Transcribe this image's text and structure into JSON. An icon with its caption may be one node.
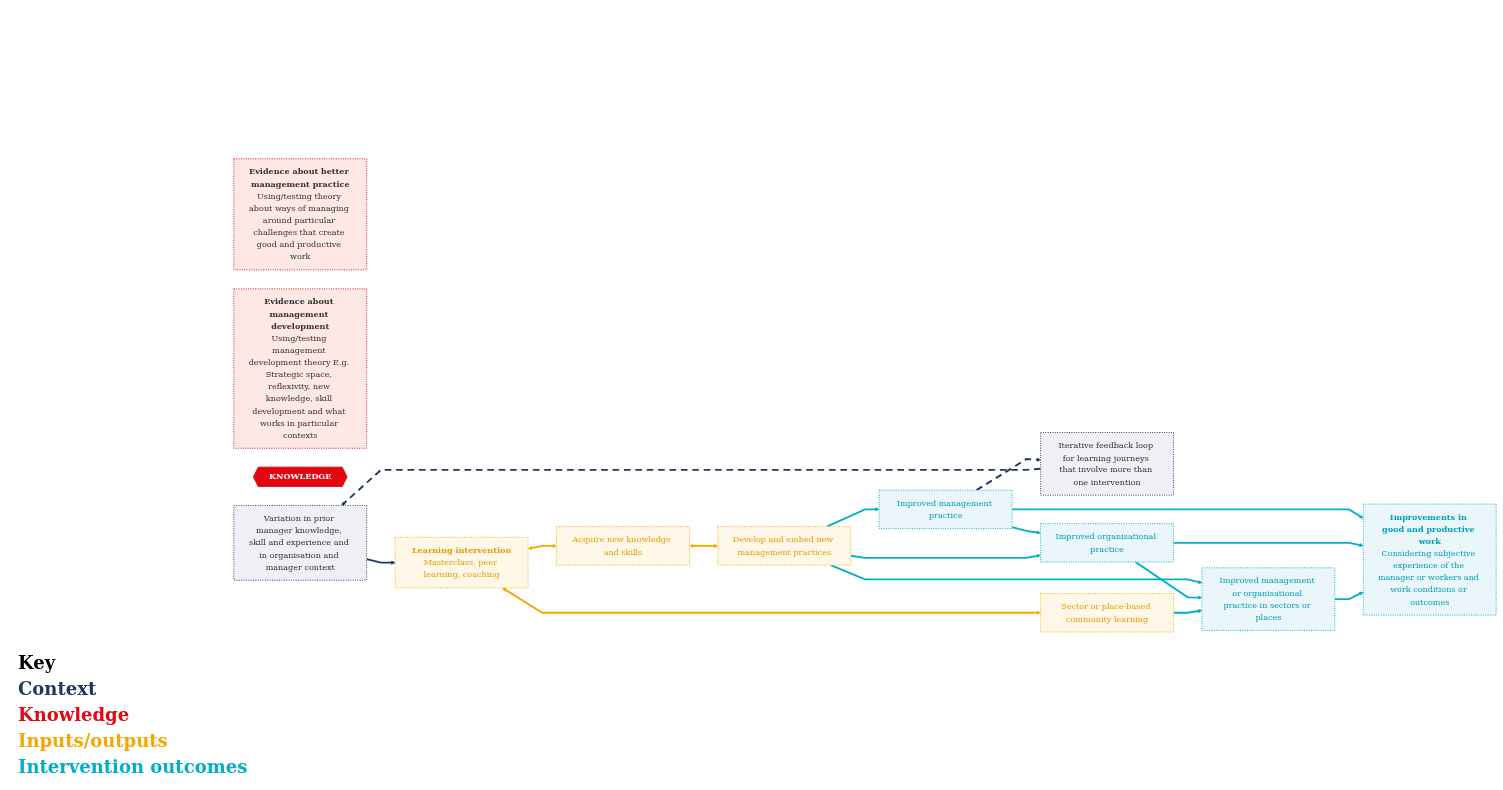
{
  "diagram": {
    "nodes": [
      {
        "text": [
          "Evidence about better management practice",
          "Using/testing theory about ways of managing around particular challenges that create good and productive work"
        ]
      },
      {
        "text": [
          "Evidence about management development",
          "Using/testing management development theory E.g. Strategic space, reflexivity, new knowledge, skill development and what works in particular contexts"
        ]
      },
      {
        "text": [
          "KNOWLEDGE"
        ]
      },
      {
        "text": [
          "Variation in prior manager knowledge, skill and experience and in organisation and manager context"
        ]
      },
      {
        "text": [
          "Learning intervention",
          "Masterclass, peer learning, coaching"
        ]
      },
      {
        "text": [
          "Acquire new knowledge and skills"
        ]
      },
      {
        "text": [
          "Develop and embed new management practices"
        ]
      },
      {
        "text": [
          "Improved management practice"
        ]
      },
      {
        "text": [
          "Improvements in good and productive work",
          "Considering subjective experience of the manager or workers and work conditions or outcomes"
        ]
      },
      {
        "text": [
          "Iterative feedback loop for learning journeys that involve more than one intervention"
        ]
      },
      {
        "text": [
          "Improved organisational practice"
        ]
      },
      {
        "text": [
          "Sector or place-based community learning"
        ]
      },
      {
        "text": [
          "Improved management or organisational practice in sectors or places"
        ]
      }
    ],
    "edges": [
      {
        "from": 3,
        "to": 4,
        "arrow": "to",
        "color": "#1f3864"
      },
      {
        "from": 4,
        "to": 5,
        "arrow": "both",
        "color": "#f5a800"
      },
      {
        "from": 5,
        "to": 6,
        "arrow": "both",
        "color": "#f5a800"
      },
      {
        "from": 6,
        "to": 7,
        "arrow": "to"
      },
      {
        "from": 7,
        "to": 8,
        "arrow": "to"
      },
      {
        "from": 7,
        "to": 10,
        "arrow": "to"
      },
      {
        "from": 6,
        "to": 10,
        "arrow": "to"
      },
      {
        "from": 6,
        "to": 12,
        "arrow": "to"
      },
      {
        "from": 7,
        "to": 9,
        "arrow": "to",
        "style": "dashed",
        "color": "#1f3864"
      },
      {
        "from": 9,
        "to": 3,
        "arrow": "to",
        "style": "dashed",
        "color": "#1f3864"
      },
      {
        "from": 10,
        "to": 8,
        "arrow": "to"
      },
      {
        "from": 10,
        "to": 12,
        "arrow": "to"
      },
      {
        "from": 12,
        "to": 8,
        "arrow": "to"
      },
      {
        "from": 4,
        "to": 11,
        "arrow": "both",
        "color": "#f5a800"
      },
      {
        "from": 11,
        "to": 12,
        "arrow": "to"
      }
    ],
    "labels": [
      "Key"
    ],
    "legend": [
      {
        "text": "Context",
        "color": "#1f3864"
      },
      {
        "text": "Knowledge",
        "color": "#e30613"
      },
      {
        "text": "Inputs/outputs",
        "color": "#f5a800"
      },
      {
        "text": "Intervention outcomes",
        "color": "#00b0c8"
      }
    ]
  }
}
